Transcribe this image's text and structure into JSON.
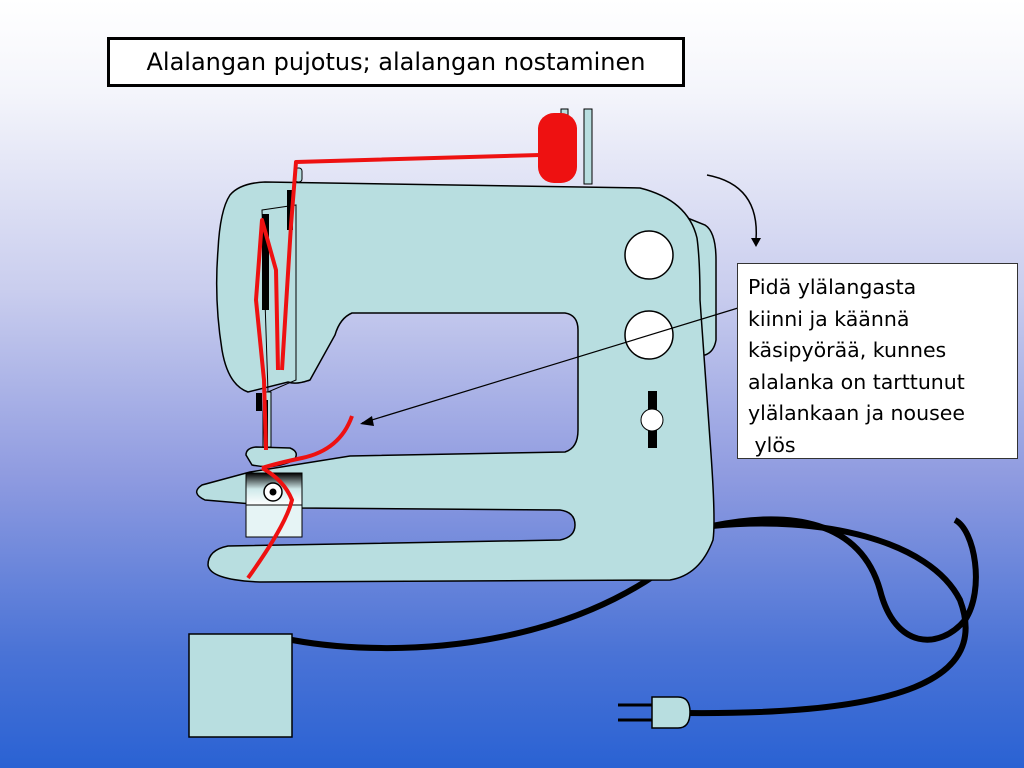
{
  "title": "Alalangan pujotus; alalangan nostaminen",
  "callout": {
    "lines": [
      "Pidä ylälangasta",
      "kiinni ja käännä",
      "käsipyörää, kunnes",
      "alalanka on tarttunut",
      "ylälankaan ja nousee",
      " ylös"
    ]
  },
  "colors": {
    "machine_body": "#b8dee0",
    "thread": "#ee1111",
    "spool": "#ee1111",
    "cord": "#000000"
  },
  "icons": [
    "sewing-machine",
    "spool",
    "handwheel-arrow",
    "foot-pedal",
    "power-plug"
  ]
}
